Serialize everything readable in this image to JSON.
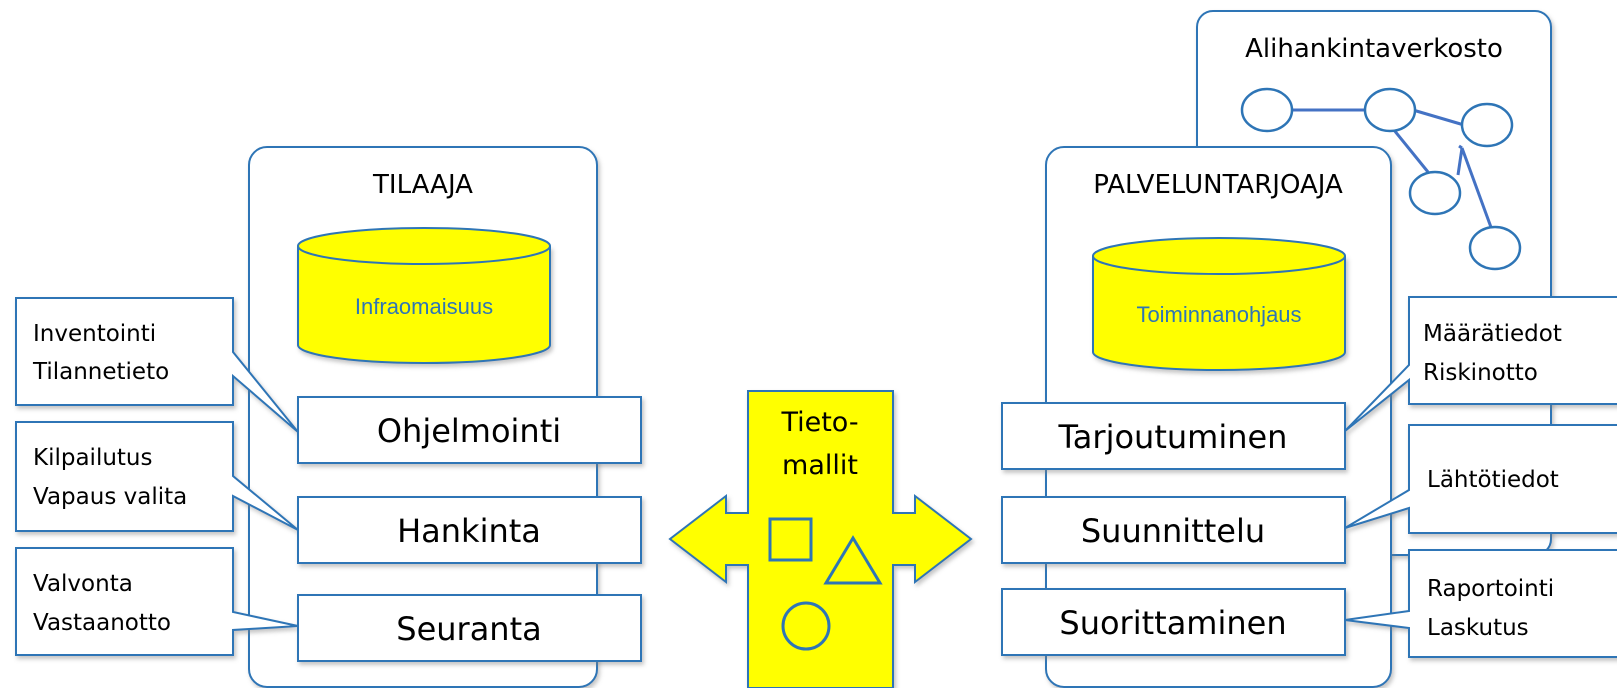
{
  "subcontract_network": {
    "title": "Alihankintaverkosto"
  },
  "client": {
    "title": "TILAAJA",
    "database": "Infraomaisuus",
    "stages": [
      "Ohjelmointi",
      "Hankinta",
      "Seuranta"
    ],
    "callouts": [
      {
        "line1": "Inventointi",
        "line2": "Tilannetieto"
      },
      {
        "line1": "Kilpailutus",
        "line2": "Vapaus valita"
      },
      {
        "line1": "Valvonta",
        "line2": "Vastaanotto"
      }
    ]
  },
  "provider": {
    "title": "PALVELUNTARJOAJA",
    "database": "Toiminnanohjaus",
    "stages": [
      "Tarjoutuminen",
      "Suunnittelu",
      "Suorittaminen"
    ],
    "callouts": [
      {
        "line1": "Määrätiedot",
        "line2": "Riskinotto"
      },
      {
        "line1": "Lähtötiedot",
        "line2": ""
      },
      {
        "line1": "Raportointi",
        "line2": "Laskutus"
      }
    ]
  },
  "center": {
    "line1": "Tieto-",
    "line2": "mallit"
  },
  "colors": {
    "outline": "#2e75b6",
    "fill_yellow": "#ffff00",
    "db_text": "#2e75b6",
    "text": "#000000"
  }
}
